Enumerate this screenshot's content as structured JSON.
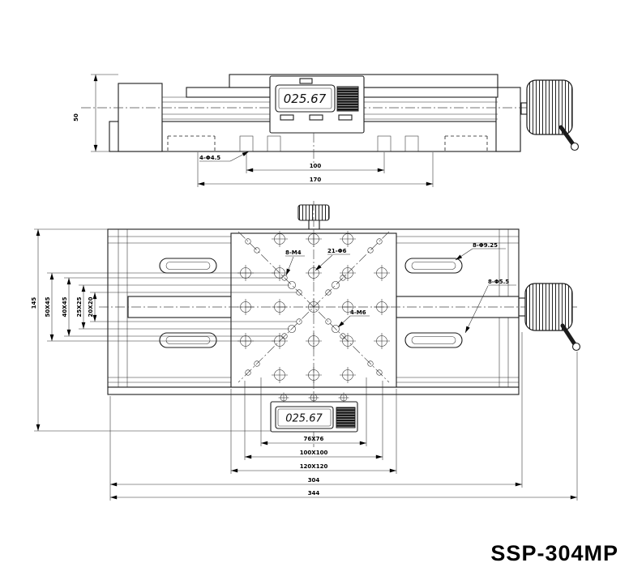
{
  "model": "SSP-304MP",
  "display": {
    "value": "025.67"
  },
  "side_view": {
    "height": "50",
    "feet_holes": "4-Φ4.5",
    "dim_100": "100",
    "dim_170": "170"
  },
  "plan_view": {
    "labels": {
      "m4": "8-M4",
      "grid": "21-Φ6",
      "m6": "4-M6",
      "cbore": "8-Φ9.25",
      "through": "8-Φ5.5"
    },
    "left_dims": {
      "v1": "145",
      "v2": "50X45",
      "v3": "40X45",
      "v4": "25X25",
      "v5": "20X20"
    },
    "bottom_dims": {
      "b1": "76X76",
      "b2": "100X100",
      "b3": "120X120",
      "b4": "304",
      "b5": "344"
    }
  }
}
